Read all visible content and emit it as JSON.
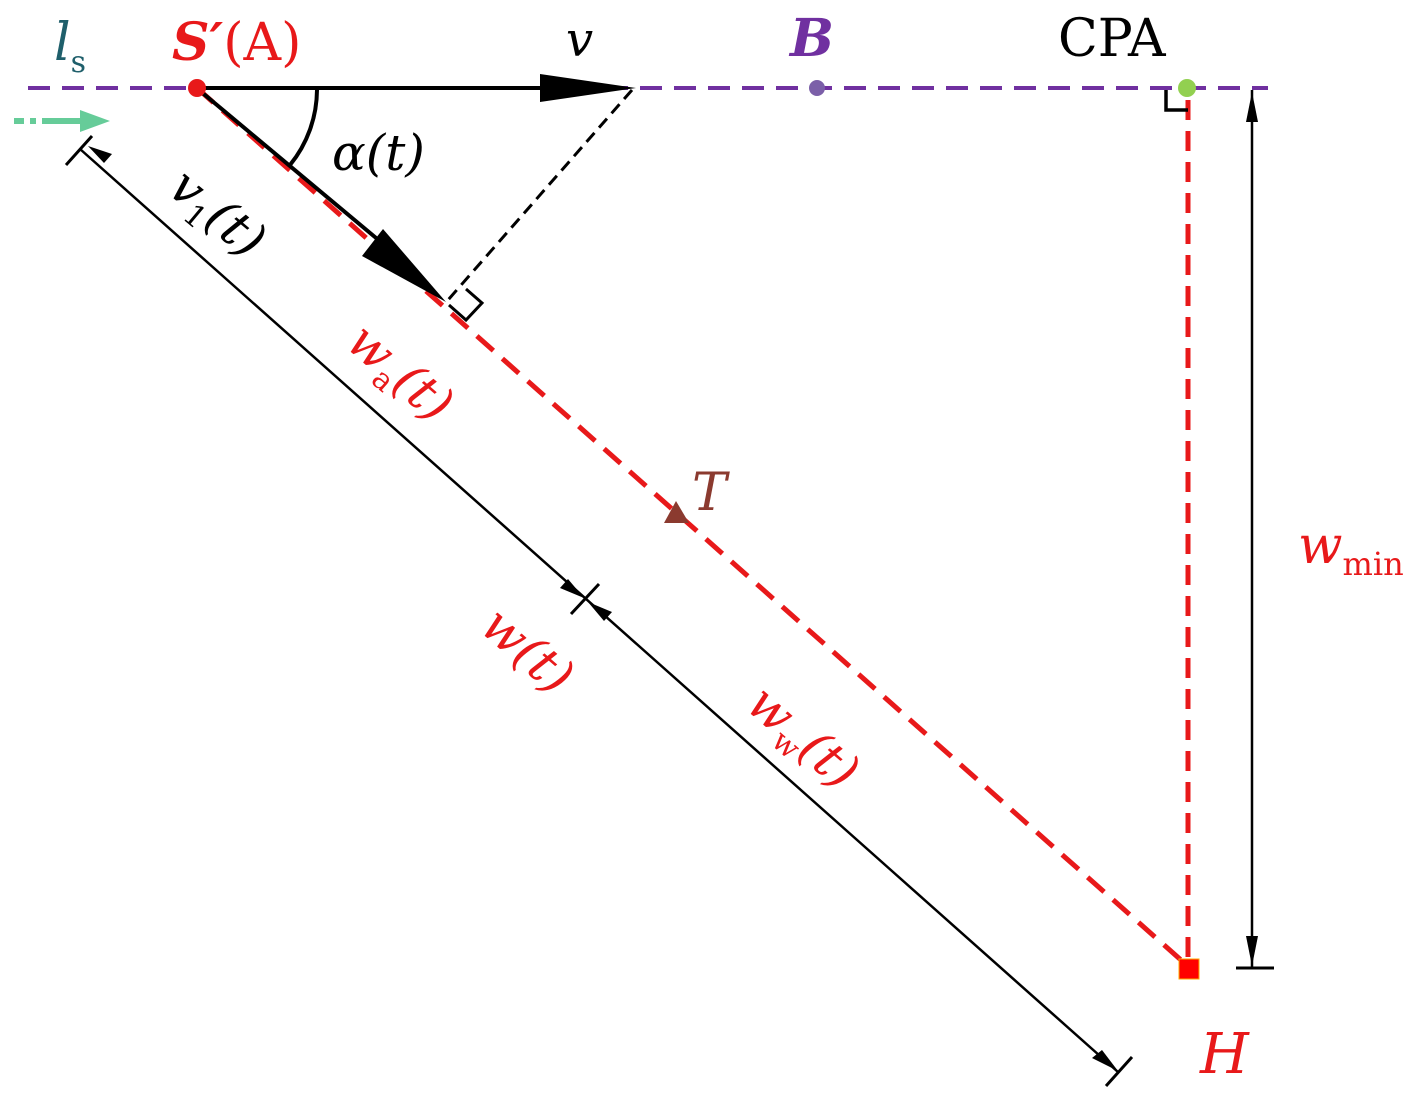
{
  "labels": {
    "ls_main": "l",
    "ls_sub": "s",
    "s_prime": "S′",
    "s_prime_a": "(A)",
    "v": "v",
    "b": "B",
    "cpa": "CPA",
    "alpha": "α(t)",
    "v1_main": "v",
    "v1_sub": "1",
    "v1_arg": "(t)",
    "wa_main": "w",
    "wa_sub": "a",
    "wa_arg": "(t)",
    "t": "T",
    "w": "w(t)",
    "ww_main": "w",
    "ww_sub": "w",
    "ww_arg": "(t)",
    "wmin_main": "w",
    "wmin_sub": "min",
    "h": "H"
  },
  "colors": {
    "track_line": "#7030a0",
    "red": "#e8191a",
    "black": "#000000",
    "b_point": "#7b5fa8",
    "cpa_point": "#92d050",
    "t_marker": "#8b3a2f",
    "ls_label": "#1f5f6b",
    "arrow_teal": "#66cc99"
  }
}
